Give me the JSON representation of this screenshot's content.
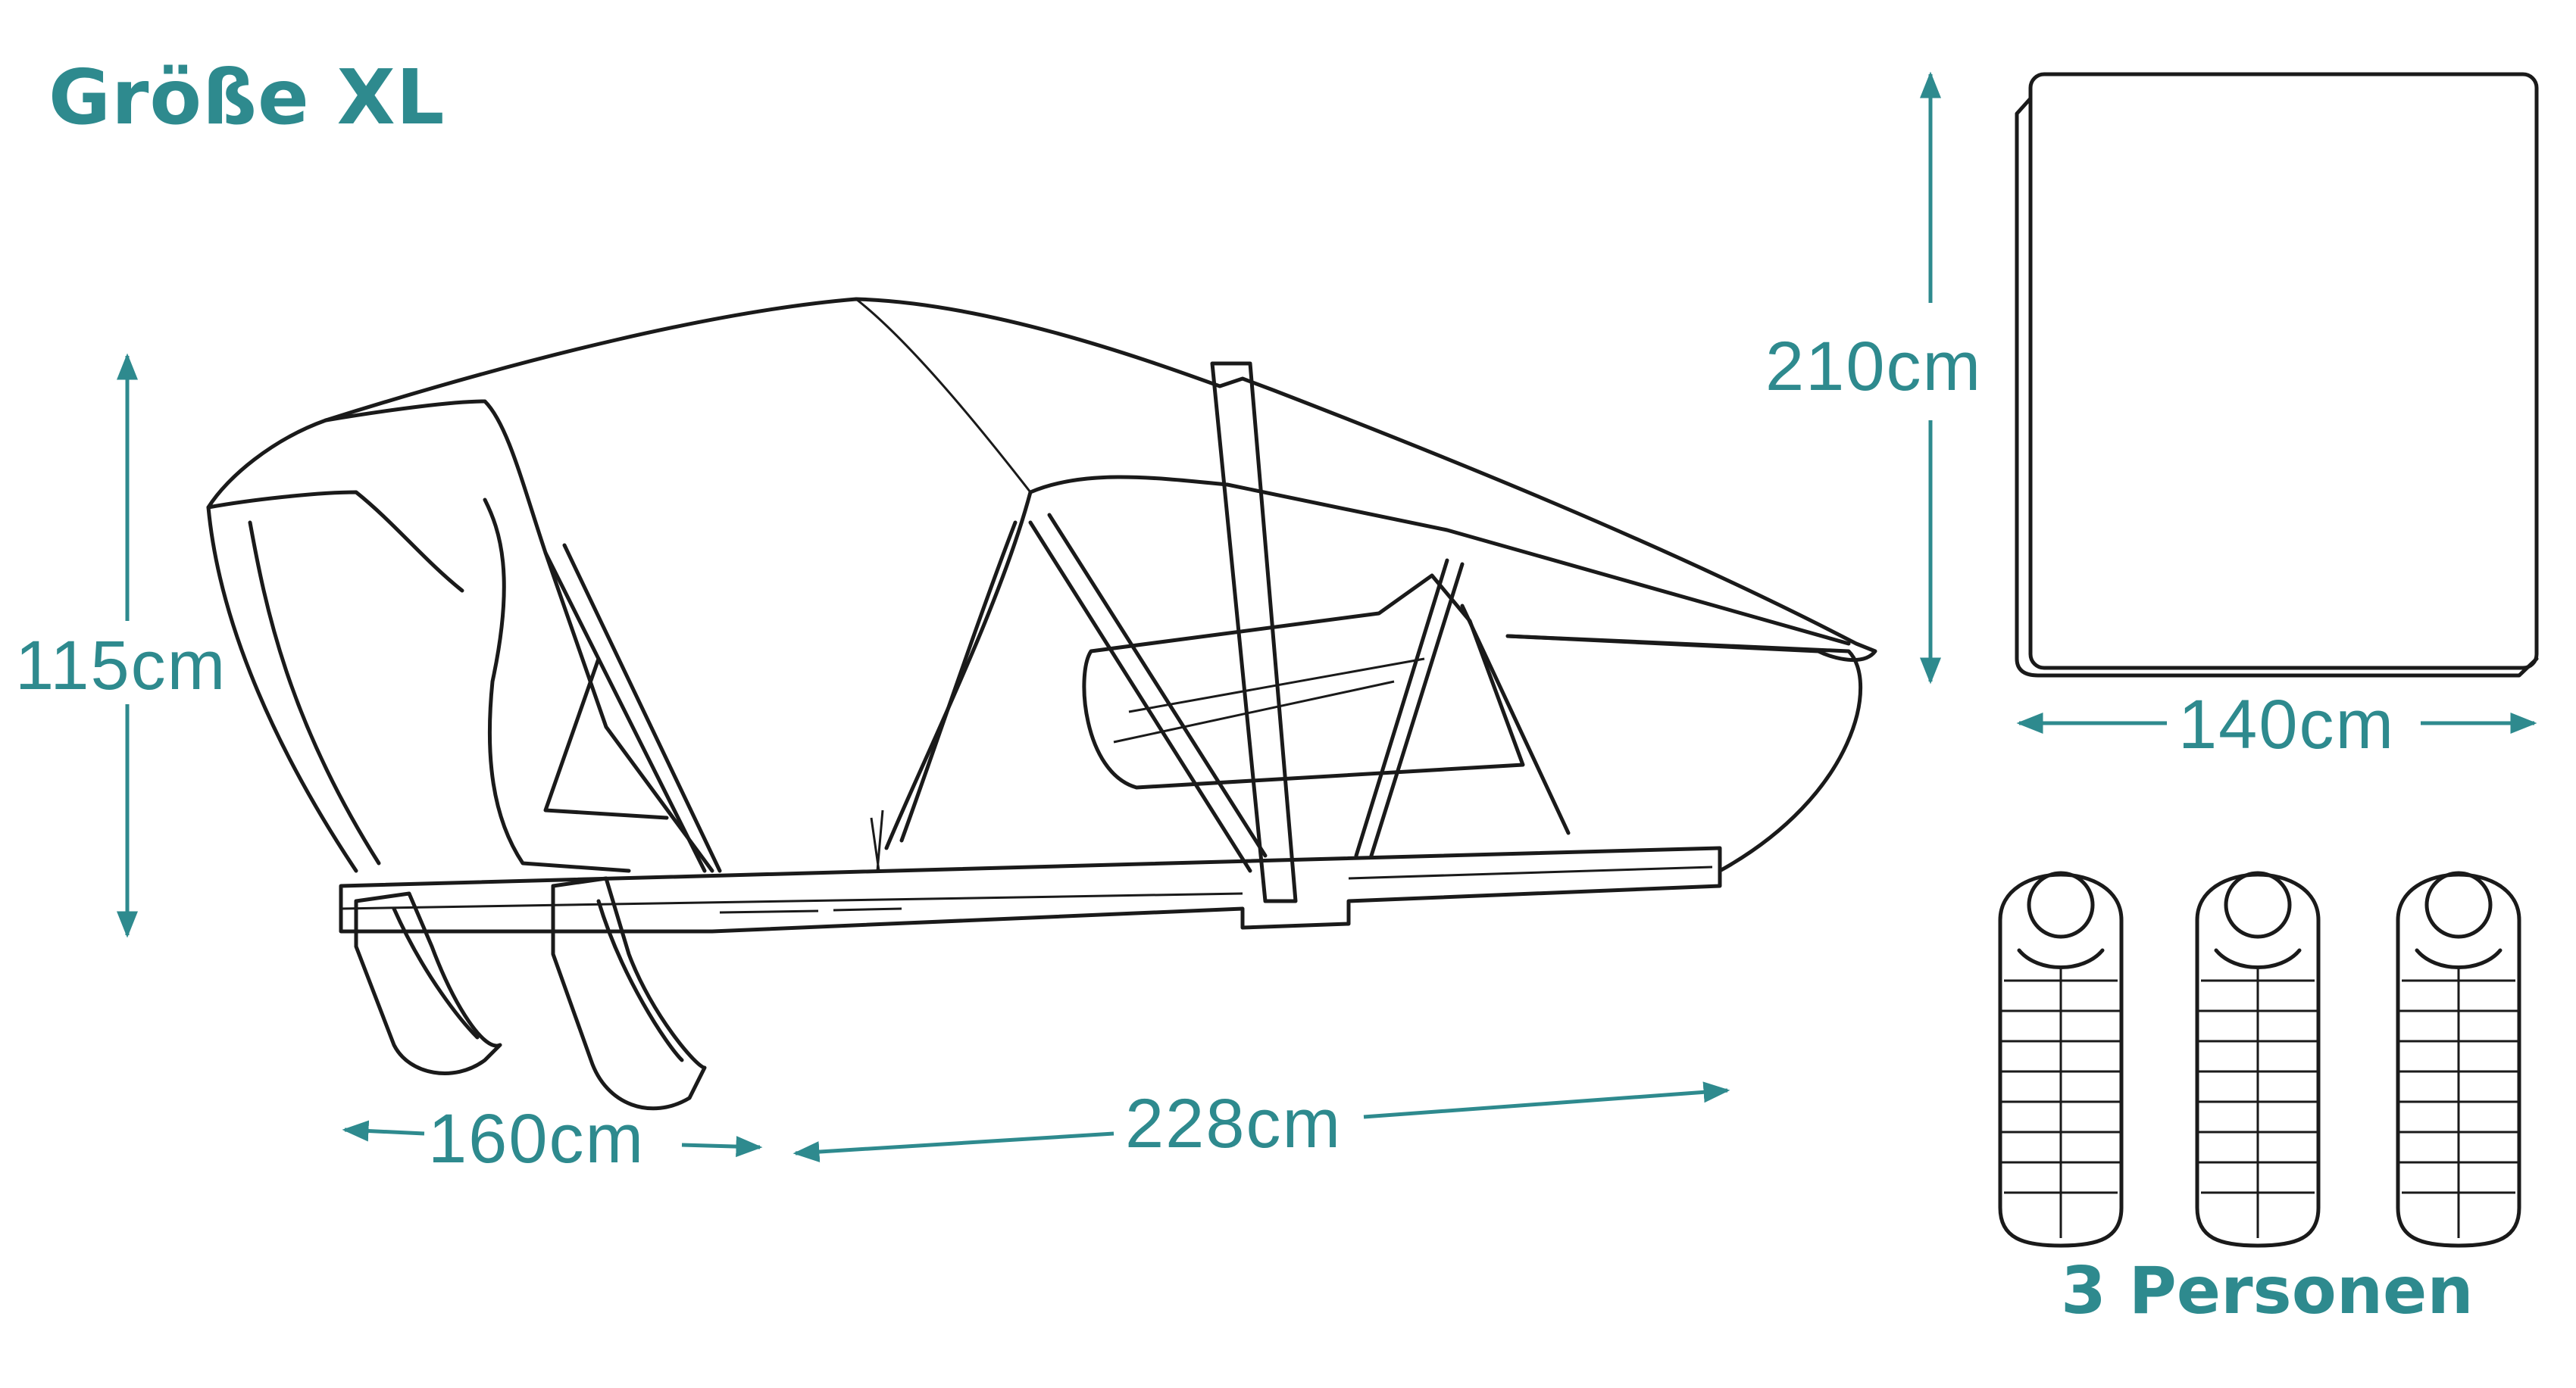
{
  "title": "Größe XL",
  "dimensions": {
    "height_closed": "115cm",
    "width_front": "160cm",
    "length": "228cm",
    "mattress_length": "210cm",
    "mattress_width": "140cm"
  },
  "capacity": {
    "persons_label": "3 Personen",
    "count": 3
  },
  "colors": {
    "accent": "#2e8a8e",
    "line": "#1a1a1a"
  }
}
